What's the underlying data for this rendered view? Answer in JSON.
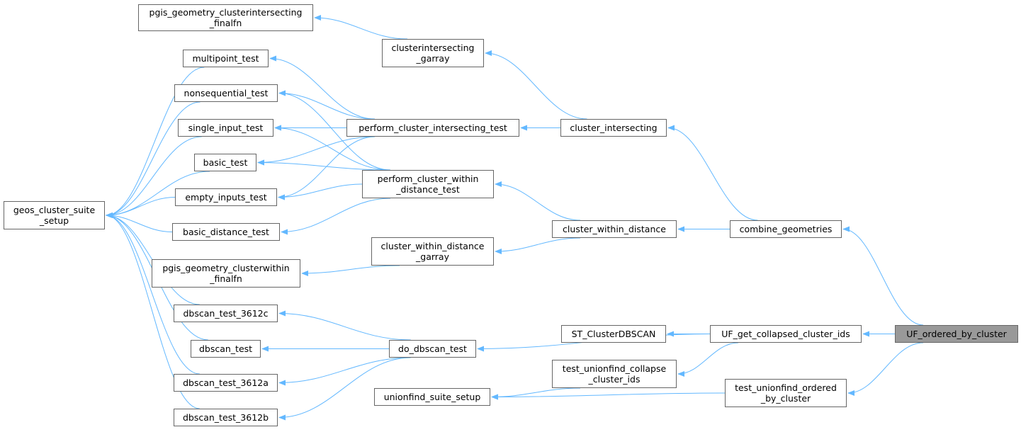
{
  "graph": {
    "type": "caller-graph",
    "current_node": "uf_ordered",
    "edge_color": "#63b8ff",
    "current_fill": "#999999",
    "nodes": {
      "pgis_ci_finalfn": {
        "lines": [
          "pgis_geometry_clusterintersecting",
          "_finalfn"
        ]
      },
      "ci_garray": {
        "lines": [
          "clusterintersecting",
          "_garray"
        ]
      },
      "multipoint_test": {
        "lines": [
          "multipoint_test"
        ]
      },
      "nonsequential_test": {
        "lines": [
          "nonsequential_test"
        ]
      },
      "single_input_test": {
        "lines": [
          "single_input_test"
        ]
      },
      "perform_ci_test": {
        "lines": [
          "perform_cluster_intersecting_test"
        ]
      },
      "cluster_intersecting": {
        "lines": [
          "cluster_intersecting"
        ]
      },
      "basic_test": {
        "lines": [
          "basic_test"
        ]
      },
      "perform_cwd_test": {
        "lines": [
          "perform_cluster_within",
          "_distance_test"
        ]
      },
      "empty_inputs_test": {
        "lines": [
          "empty_inputs_test"
        ]
      },
      "geos_setup": {
        "lines": [
          "geos_cluster_suite",
          "_setup"
        ]
      },
      "basic_distance_test": {
        "lines": [
          "basic_distance_test"
        ]
      },
      "cluster_within_distance": {
        "lines": [
          "cluster_within_distance"
        ]
      },
      "combine_geometries": {
        "lines": [
          "combine_geometries"
        ]
      },
      "cwd_garray": {
        "lines": [
          "cluster_within_distance",
          "_garray"
        ]
      },
      "pgis_cw_finalfn": {
        "lines": [
          "pgis_geometry_clusterwithin",
          "_finalfn"
        ]
      },
      "dbscan_3612c": {
        "lines": [
          "dbscan_test_3612c"
        ]
      },
      "do_dbscan_test": {
        "lines": [
          "do_dbscan_test"
        ]
      },
      "dbscan_test": {
        "lines": [
          "dbscan_test"
        ]
      },
      "st_clusterdbscan": {
        "lines": [
          "ST_ClusterDBSCAN"
        ]
      },
      "uf_collapsed": {
        "lines": [
          "UF_get_collapsed_cluster_ids"
        ]
      },
      "uf_ordered": {
        "lines": [
          "UF_ordered_by_cluster"
        ]
      },
      "test_uf_collapse": {
        "lines": [
          "test_unionfind_collapse",
          "_cluster_ids"
        ]
      },
      "dbscan_3612a": {
        "lines": [
          "dbscan_test_3612a"
        ]
      },
      "unionfind_setup": {
        "lines": [
          "unionfind_suite_setup"
        ]
      },
      "test_uf_ordered": {
        "lines": [
          "test_unionfind_ordered",
          "_by_cluster"
        ]
      },
      "dbscan_3612b": {
        "lines": [
          "dbscan_test_3612b"
        ]
      }
    },
    "edges": [
      [
        "uf_ordered",
        "uf_collapsed"
      ],
      [
        "uf_ordered",
        "combine_geometries"
      ],
      [
        "uf_ordered",
        "test_uf_ordered"
      ],
      [
        "combine_geometries",
        "cluster_intersecting"
      ],
      [
        "combine_geometries",
        "cluster_within_distance"
      ],
      [
        "cluster_intersecting",
        "ci_garray"
      ],
      [
        "cluster_intersecting",
        "perform_ci_test"
      ],
      [
        "ci_garray",
        "pgis_ci_finalfn"
      ],
      [
        "perform_ci_test",
        "multipoint_test"
      ],
      [
        "perform_ci_test",
        "nonsequential_test"
      ],
      [
        "perform_ci_test",
        "single_input_test"
      ],
      [
        "perform_ci_test",
        "basic_test"
      ],
      [
        "perform_ci_test",
        "empty_inputs_test"
      ],
      [
        "cluster_within_distance",
        "perform_cwd_test"
      ],
      [
        "cluster_within_distance",
        "cwd_garray"
      ],
      [
        "perform_cwd_test",
        "nonsequential_test"
      ],
      [
        "perform_cwd_test",
        "single_input_test"
      ],
      [
        "perform_cwd_test",
        "basic_test"
      ],
      [
        "perform_cwd_test",
        "empty_inputs_test"
      ],
      [
        "perform_cwd_test",
        "basic_distance_test"
      ],
      [
        "cwd_garray",
        "pgis_cw_finalfn"
      ],
      [
        "uf_collapsed",
        "do_dbscan_test"
      ],
      [
        "uf_collapsed",
        "st_clusterdbscan"
      ],
      [
        "uf_collapsed",
        "test_uf_collapse"
      ],
      [
        "do_dbscan_test",
        "dbscan_3612c"
      ],
      [
        "do_dbscan_test",
        "dbscan_test"
      ],
      [
        "do_dbscan_test",
        "dbscan_3612a"
      ],
      [
        "do_dbscan_test",
        "dbscan_3612b"
      ],
      [
        "test_uf_collapse",
        "unionfind_setup"
      ],
      [
        "test_uf_ordered",
        "unionfind_setup"
      ],
      [
        "multipoint_test",
        "geos_setup"
      ],
      [
        "nonsequential_test",
        "geos_setup"
      ],
      [
        "single_input_test",
        "geos_setup"
      ],
      [
        "basic_test",
        "geos_setup"
      ],
      [
        "empty_inputs_test",
        "geos_setup"
      ],
      [
        "basic_distance_test",
        "geos_setup"
      ],
      [
        "dbscan_3612c",
        "geos_setup"
      ],
      [
        "dbscan_test",
        "geos_setup"
      ],
      [
        "dbscan_3612a",
        "geos_setup"
      ],
      [
        "dbscan_3612b",
        "geos_setup"
      ]
    ]
  }
}
